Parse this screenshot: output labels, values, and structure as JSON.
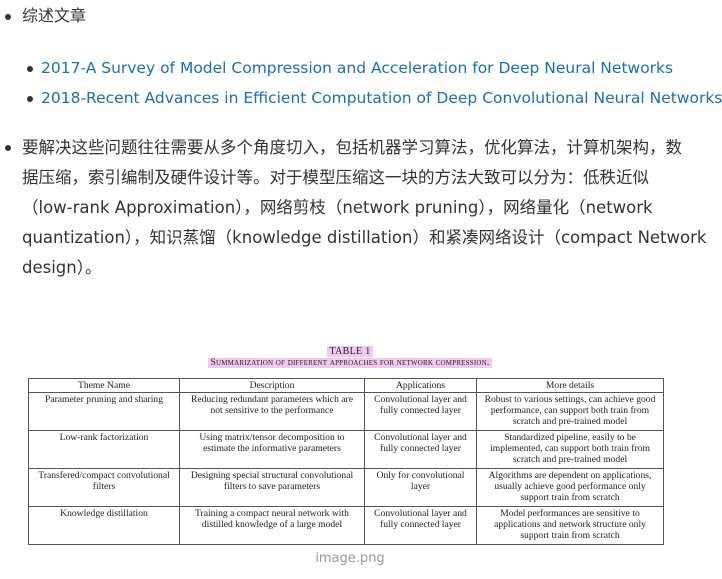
{
  "top_item": {
    "label": "综述文章"
  },
  "papers": [
    {
      "label": "2017-A Survey of Model Compression and Acceleration for Deep Neural Networks"
    },
    {
      "label": "2018-Recent Advances in Efficient Computation of Deep Convolutional Neural Networks"
    }
  ],
  "paragraph": {
    "lines": [
      "要解决这些问题往往需要从多个角度切入，包括机器学习算法，优化算法，计算机架构，数",
      "据压缩，索引编制及硬件设计等。对于模型压缩这一块的方法大致可以分为：低秩近似",
      "（low-rank Approximation），网络剪枝（network pruning），网络量化（network",
      "quantization），知识蒸馏（knowledge distillation）和紧凑网络设计（compact Network",
      "design）。"
    ]
  },
  "figure": {
    "table_number": "TABLE 1",
    "table_title": "Summarization of different approaches for network compression.",
    "headers": [
      "Theme Name",
      "Description",
      "Applications",
      "More details"
    ],
    "rows": [
      {
        "theme": "Parameter pruning and sharing",
        "description": "Reducing redundant parameters which are not sensitive to the performance",
        "applications": "Convolutional layer and fully connected layer",
        "details": "Robust to various settings, can achieve good performance, can support both train from scratch and pre-trained model"
      },
      {
        "theme": "Low-rank factorization",
        "description": "Using matrix/tensor decomposition to estimate the informative parameters",
        "applications": "Convolutional layer and fully connected layer",
        "details": "Standardized pipeline, easily to be implemented, can support both train from scratch and pre-trained model"
      },
      {
        "theme": "Transfered/compact convolutional filters",
        "description": "Designing special structural convolutional filters to save parameters",
        "applications": "Only for convolutional layer",
        "details": "Algorithms are dependent on applications, usually achieve good performance only support train from scratch"
      },
      {
        "theme": "Knowledge distillation",
        "description": "Training a compact neural network with distilled knowledge of a large model",
        "applications": "Convolutional layer and fully connected layer",
        "details": "Model performances are sensitive to applications and network structure only support train from scratch"
      }
    ],
    "caption": "image.png"
  },
  "colors": {
    "link": "#1a6fb8",
    "text": "#333333",
    "highlight": "#f1c9ef",
    "caption": "#9a9a9a"
  }
}
